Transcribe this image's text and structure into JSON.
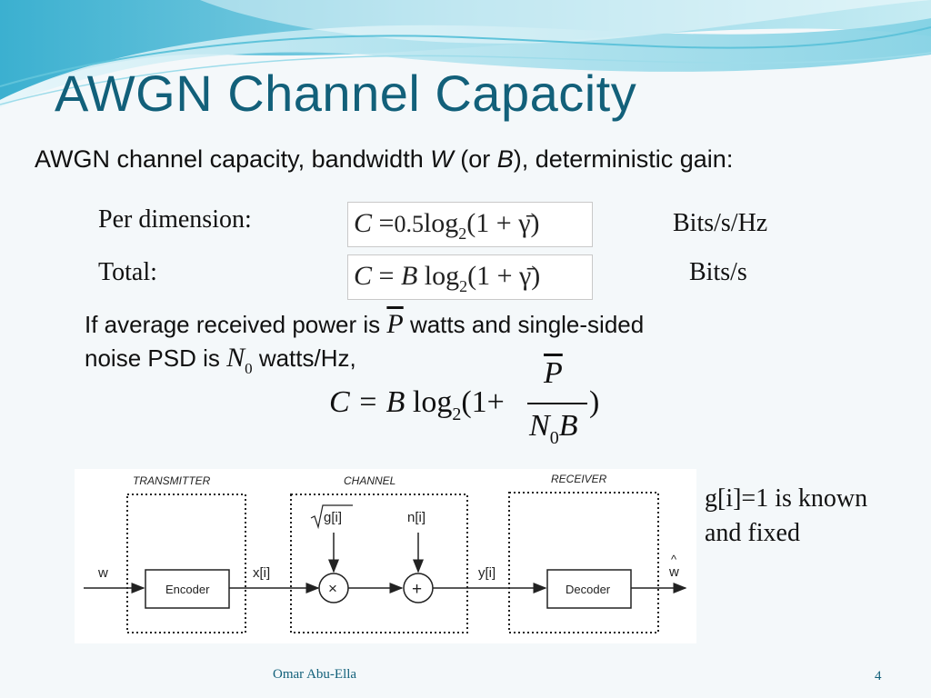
{
  "slide": {
    "title": "AWGN Channel Capacity",
    "subtitle_part1": "AWGN channel capacity, bandwidth ",
    "subtitle_W": "W",
    "subtitle_part2": " (or ",
    "subtitle_B": "B",
    "subtitle_part3": "), deterministic gain:",
    "per_dimension": {
      "label": "Per dimension:",
      "formula_C": "C",
      "formula_eq": "=",
      "formula_coef": "0.5",
      "formula_log": "log",
      "formula_base": "2",
      "formula_rest": "(1 + γ̄)",
      "unit": "Bits/s/Hz"
    },
    "total": {
      "label": "Total:",
      "formula_C": "C",
      "formula_eq": "=",
      "formula_B": "B",
      "formula_log": "log",
      "formula_base": "2",
      "formula_rest": "(1 + γ̄)",
      "unit": "Bits/s"
    },
    "paragraph": {
      "line1_a": "If average received power is ",
      "line1_P": "P",
      "line1_b": " watts and single-sided",
      "line2_a": "noise PSD is ",
      "line2_N": "N",
      "line2_N_sub": "0",
      "line2_b": " watts/Hz,"
    },
    "main_equation": {
      "lhs": "C = ",
      "B": "B",
      "log": " log",
      "base": "2",
      "open": "(1+",
      "numerator": "P",
      "denominator_N": "N",
      "denominator_sub": "0",
      "denominator_B": "B",
      "close": ")"
    },
    "diagram": {
      "transmitter_label": "TRANSMITTER",
      "channel_label": "CHANNEL",
      "receiver_label": "RECEIVER",
      "input_w": "w",
      "encoder": "Encoder",
      "x_signal": "x[i]",
      "gain": "g[i]",
      "noise": "n[i]",
      "multiply": "×",
      "add": "+",
      "y_signal": "y[i]",
      "decoder": "Decoder",
      "output_w_hat": "^",
      "output_w": "w"
    },
    "note_line1": "g[i]=1 is known",
    "note_line2": "and fixed",
    "footer": "Omar Abu-Ella",
    "page_number": "4"
  },
  "colors": {
    "title": "#12607a",
    "banner_light": "#bfe6ef",
    "banner_mid": "#5fc3da",
    "banner_dark": "#2a9fc0"
  }
}
